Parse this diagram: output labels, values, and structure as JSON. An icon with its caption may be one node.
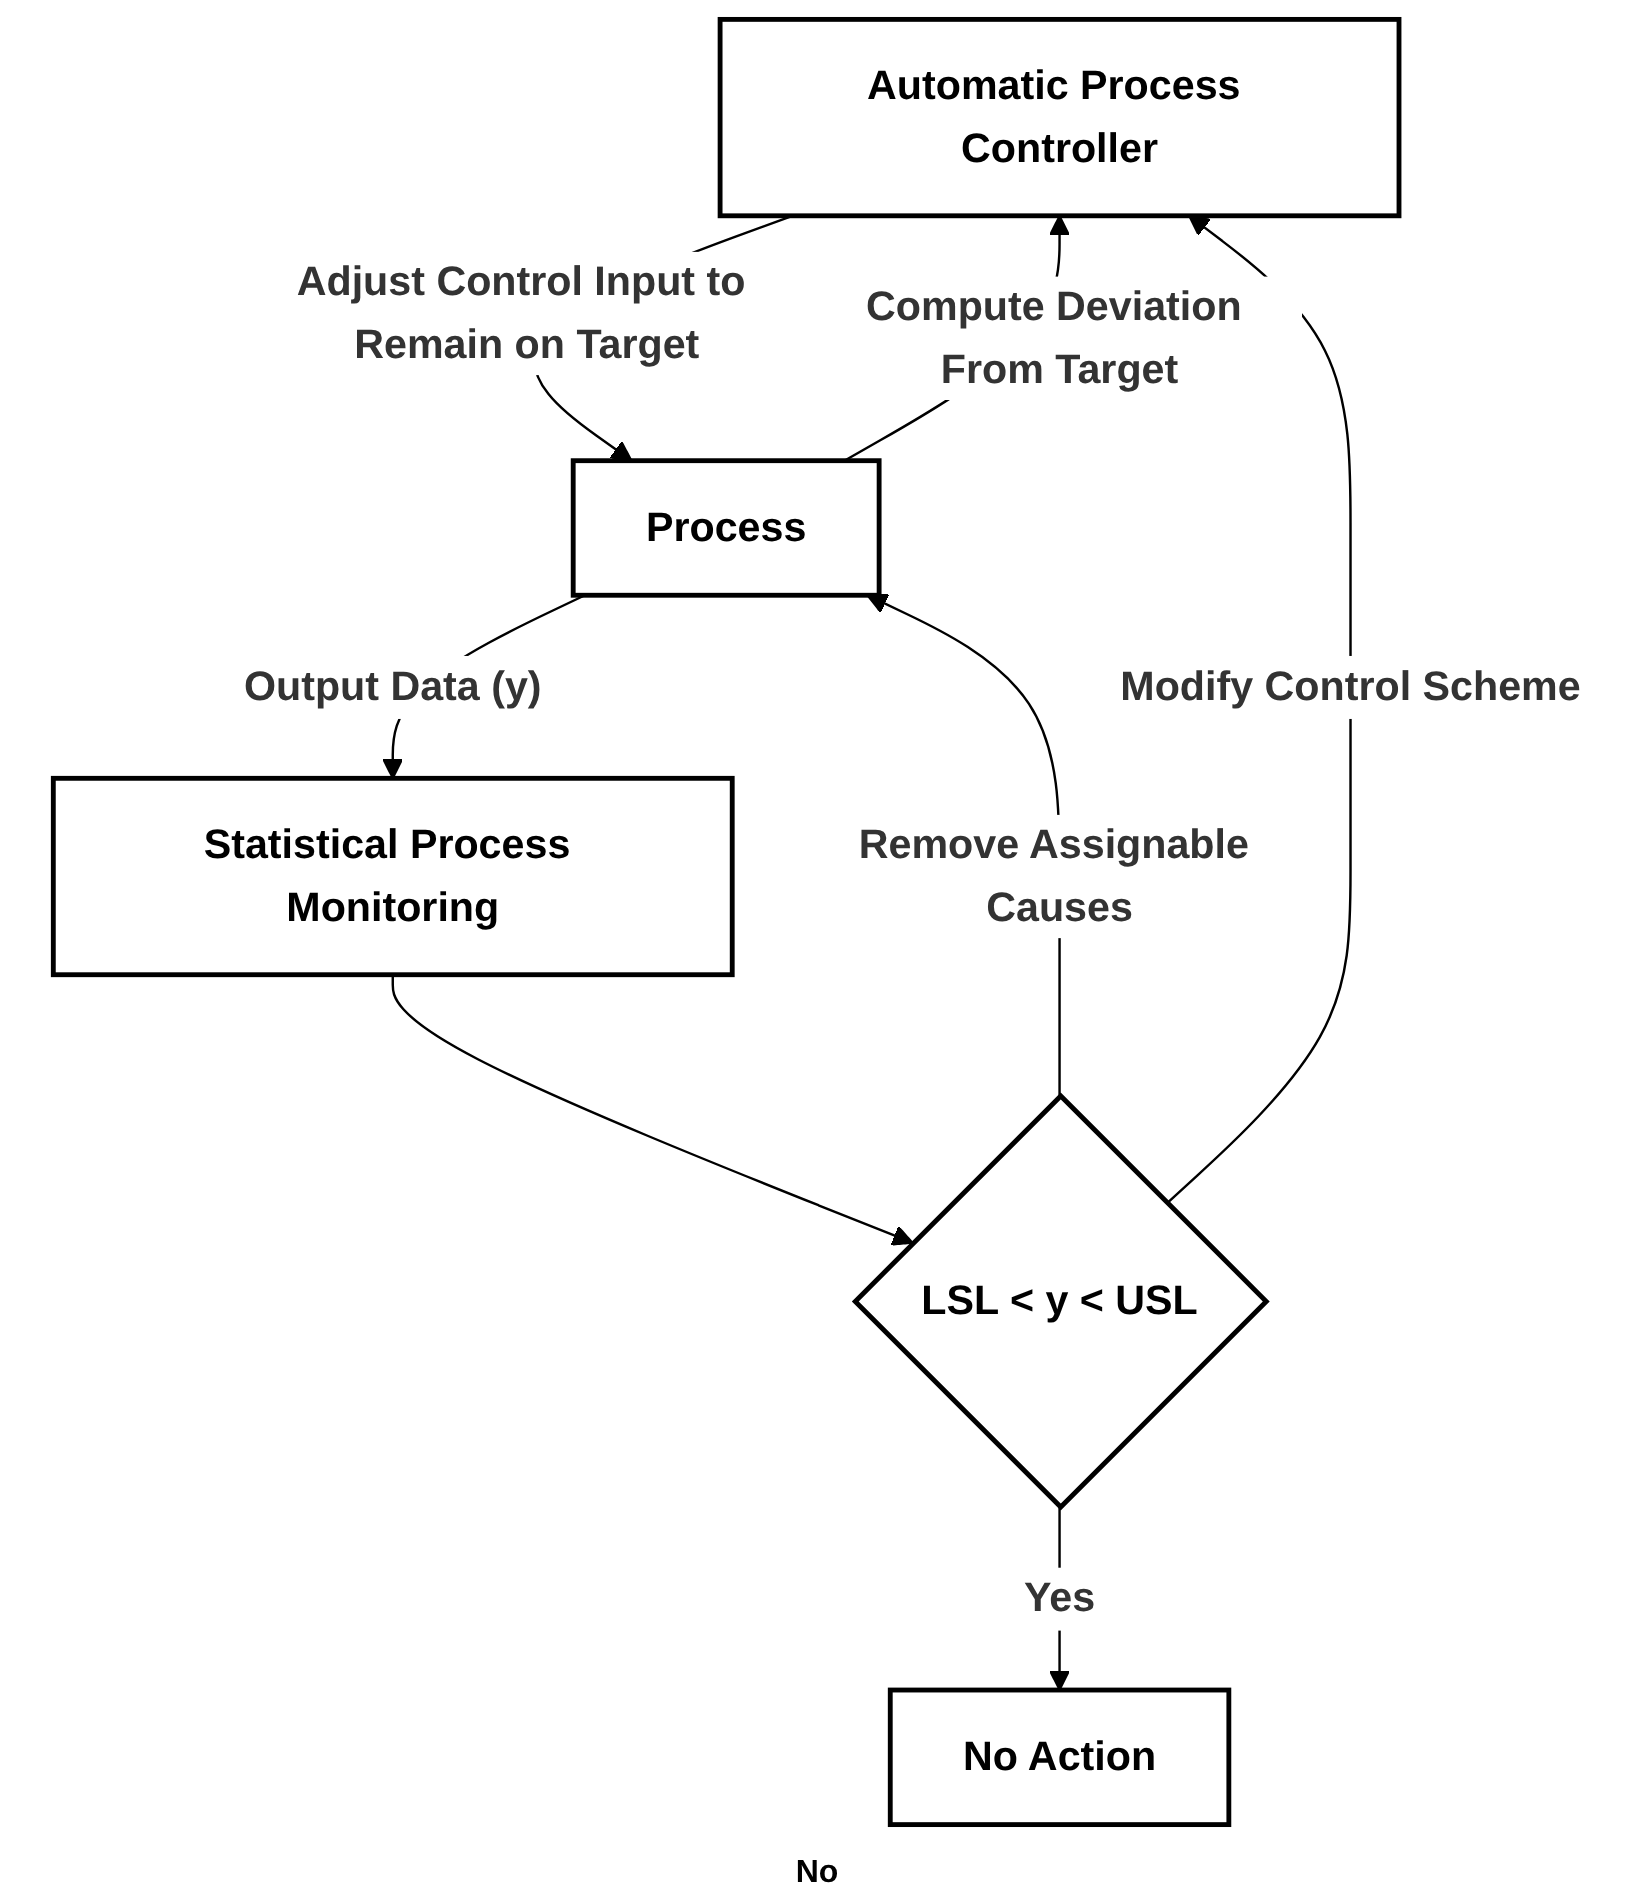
{
  "diagram": {
    "nodes": [
      {
        "text": [
          "Automatic Process Controller"
        ]
      },
      {
        "text": [
          "Process"
        ]
      },
      {
        "text": [
          "Statistical Process Monitoring"
        ]
      },
      {
        "text": [
          "LSL < y < USL"
        ]
      },
      {
        "text": [
          "No Action"
        ]
      }
    ],
    "edges": [
      {
        "from": 0,
        "to": 1,
        "arrow": "to",
        "label": "Adjust Control Input to Remain on Target"
      },
      {
        "from": 1,
        "to": 0,
        "arrow": "to",
        "label": "Compute Deviation From Target"
      },
      {
        "from": 1,
        "to": 2,
        "arrow": "to",
        "label": "Output Data (y)"
      },
      {
        "from": 2,
        "to": 3,
        "arrow": "to"
      },
      {
        "from": 3,
        "to": 1,
        "arrow": "to",
        "label": "Remove Assignable Causes"
      },
      {
        "from": 3,
        "to": 0,
        "arrow": "to",
        "label": "Modify Control Scheme"
      },
      {
        "from": 3,
        "to": 4,
        "arrow": "to",
        "label": "Yes"
      }
    ],
    "labels": [
      "No"
    ]
  }
}
